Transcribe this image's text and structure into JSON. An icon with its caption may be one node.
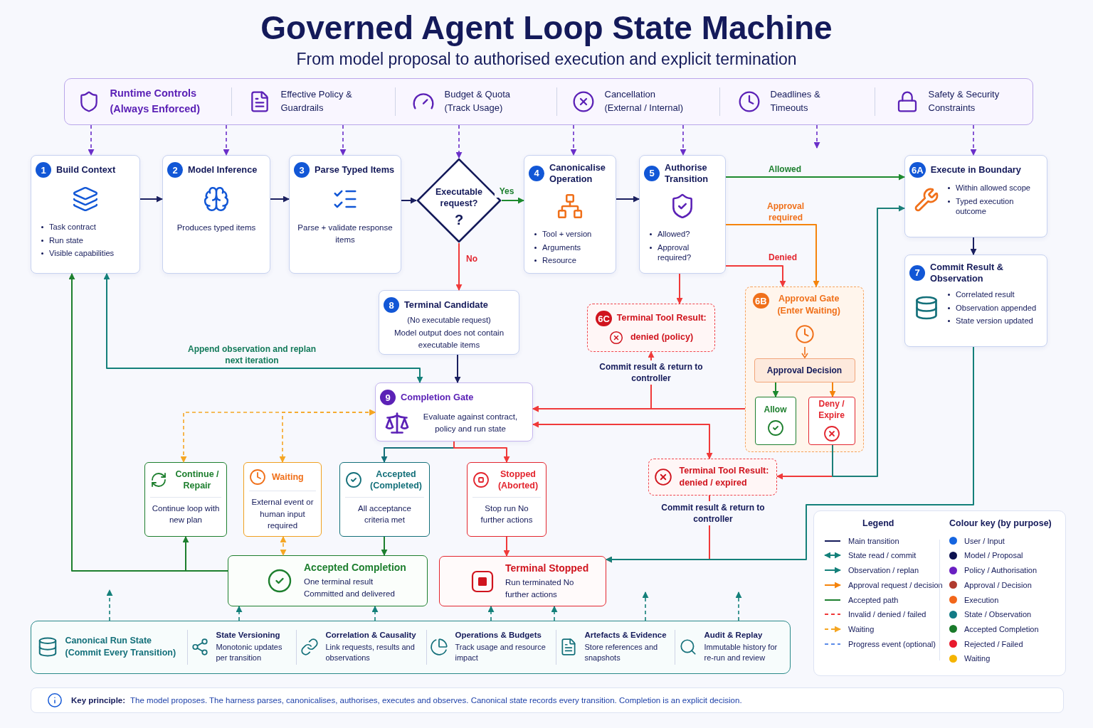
{
  "diagram": {
    "title": "Governed Agent Loop State Machine",
    "caption": "From model proposal to authorised execution and explicit termination",
    "nodes": [
      {
        "text": [],
        "shape": "box"
      },
      {
        "text": [
          "Runtime Controls (Always Enforced)"
        ],
        "in": 0
      },
      {
        "text": [
          "Effective Policy & Guardrails"
        ],
        "in": 0
      },
      {
        "text": [
          "Budget & Quota (Track Usage)"
        ],
        "in": 0
      },
      {
        "text": [
          "Cancellation (External / Internal)"
        ],
        "in": 0
      },
      {
        "text": [
          "Deadlines & Timeouts"
        ],
        "in": 0
      },
      {
        "text": [
          "Safety & Security Constraints"
        ],
        "in": 0
      },
      {
        "text": [
          "1",
          "Build Context",
          "Task contract",
          "Run state",
          "Visible capabilities"
        ]
      },
      {
        "text": [
          "2",
          "Model Inference",
          "Produces typed items"
        ]
      },
      {
        "text": [
          "3",
          "Parse Typed Items",
          "Parse + validate response items"
        ]
      },
      {
        "text": [
          "Executable request?",
          "?"
        ]
      },
      {
        "text": [
          "4",
          "Canonicalise Operation",
          "Tool + version",
          "Arguments",
          "Resource"
        ]
      },
      {
        "text": [
          "5",
          "Authorise Transition",
          "Allowed?",
          "Approval required?"
        ]
      },
      {
        "text": [
          "6A",
          "Execute in Boundary",
          "Within allowed scope",
          "Typed execution outcome"
        ]
      },
      {
        "text": [
          "7",
          "Commit Result & Observation",
          "Correlated result",
          "Observation appended",
          "State version updated"
        ]
      },
      {
        "text": [
          "8",
          "Terminal Candidate",
          "(No executable request)",
          "Model output does not contain executable items"
        ]
      },
      {
        "text": [
          "6C",
          "Terminal Tool Result:",
          "denied (policy)"
        ]
      },
      {
        "text": [
          "6B",
          "Approval Gate (Enter Waiting)"
        ]
      },
      {
        "text": [
          "Approval Decision"
        ],
        "in": 17
      },
      {
        "text": [
          "Allow"
        ],
        "in": 17
      },
      {
        "text": [
          "Deny / Expire"
        ],
        "in": 17
      },
      {
        "text": [
          "9",
          "Completion Gate",
          "Evaluate against contract, policy and run state"
        ]
      },
      {
        "text": [
          "Continue / Repair",
          "Continue loop with new plan"
        ]
      },
      {
        "text": [
          "Waiting",
          "External event or human input required"
        ]
      },
      {
        "text": [
          "Accepted (Completed)",
          "All acceptance criteria met"
        ]
      },
      {
        "text": [
          "Stopped (Aborted)",
          "Stop run No further actions"
        ]
      },
      {
        "text": [
          "Terminal Tool Result: denied / expired"
        ]
      },
      {
        "text": [
          "Accepted Completion",
          "One terminal result Committed and delivered"
        ]
      },
      {
        "text": [
          "Terminal Stopped",
          "Run terminated No further actions"
        ]
      },
      {
        "text": [],
        "shape": "box"
      },
      {
        "text": [
          "Canonical Run State (Commit Every Transition)"
        ],
        "in": 29
      },
      {
        "text": [
          "State Versioning",
          "Monotonic updates per transition"
        ],
        "in": 29
      },
      {
        "text": [
          "Correlation & Causality",
          "Link requests, results and observations"
        ],
        "in": 29
      },
      {
        "text": [
          "Operations & Budgets",
          "Track usage and resource impact"
        ],
        "in": 29
      },
      {
        "text": [
          "Artefacts & Evidence",
          "Store references and snapshots"
        ],
        "in": 29
      },
      {
        "text": [
          "Audit & Replay",
          "Immutable history for re-run and review"
        ],
        "in": 29
      }
    ],
    "edges": [
      {
        "from": 0,
        "to": 7,
        "arrow": "to",
        "style": "dashed",
        "color": "#6a2fc9"
      },
      {
        "from": 0,
        "to": 8,
        "arrow": "to",
        "style": "dashed",
        "color": "#6a2fc9"
      },
      {
        "from": 0,
        "to": 9,
        "arrow": "to",
        "style": "dashed",
        "color": "#6a2fc9"
      },
      {
        "from": 0,
        "to": 10,
        "arrow": "to",
        "style": "dashed",
        "color": "#6a2fc9"
      },
      {
        "from": 0,
        "to": 11,
        "arrow": "to",
        "style": "dashed",
        "color": "#6a2fc9"
      },
      {
        "from": 0,
        "to": 12,
        "arrow": "to",
        "style": "dashed",
        "color": "#6a2fc9"
      },
      {
        "from": 0,
        "to": null,
        "arrow": "to",
        "style": "dashed",
        "color": "#6a2fc9"
      },
      {
        "from": 0,
        "to": 13,
        "arrow": "to",
        "style": "dashed",
        "color": "#6a2fc9"
      },
      {
        "from": 7,
        "to": 8,
        "arrow": "to",
        "color": "#1b2060"
      },
      {
        "from": 8,
        "to": 9,
        "arrow": "to",
        "color": "#1b2060"
      },
      {
        "from": 9,
        "to": 10,
        "arrow": "to",
        "color": "#1b2060"
      },
      {
        "from": 10,
        "to": 11,
        "arrow": "to",
        "label": "Yes",
        "color": "#1d8a2e"
      },
      {
        "from": 10,
        "to": 15,
        "arrow": "to",
        "label": "No",
        "color": "#f03a3a"
      },
      {
        "from": 11,
        "to": 12,
        "arrow": "to",
        "color": "#1b2060"
      },
      {
        "from": 12,
        "to": 13,
        "arrow": "to",
        "label": "Allowed",
        "color": "#1d8a2e"
      },
      {
        "from": 12,
        "to": 17,
        "arrow": "to",
        "label": "Approval required",
        "color": "#f5840c"
      },
      {
        "from": 12,
        "to": 17,
        "arrow": "to",
        "label": "Denied",
        "color": "#f03a3a"
      },
      {
        "from": 12,
        "to": 16,
        "arrow": "to",
        "color": "#f03a3a"
      },
      {
        "from": 13,
        "to": 14,
        "arrow": "to",
        "color": "#1b2060"
      },
      {
        "from": 15,
        "to": 21,
        "arrow": "to",
        "color": "#1b2060"
      },
      {
        "from": 18,
        "to": 19,
        "arrow": "to",
        "color": "#1d8a2e"
      },
      {
        "from": 18,
        "to": 20,
        "arrow": "to",
        "color": "#f5840c"
      },
      {
        "from": 20,
        "to": 26,
        "arrow": "to",
        "color": "#f03a3a"
      },
      {
        "from": 20,
        "to": 13,
        "arrow": "to",
        "color": "#1b7f79"
      },
      {
        "from": 17,
        "to": 21,
        "arrow": "to",
        "color": "#f03a3a"
      },
      {
        "from": 16,
        "to": 21,
        "arrow": "both",
        "label": "Commit result & return to controller",
        "color": "#f03a3a"
      },
      {
        "from": 21,
        "to": 26,
        "arrow": "both",
        "color": "#f03a3a"
      },
      {
        "from": 21,
        "to": 22,
        "arrow": "both",
        "style": "dashed",
        "color": "#f5a623"
      },
      {
        "from": 21,
        "to": 23,
        "arrow": "both",
        "style": "dashed",
        "color": "#f5a623"
      },
      {
        "from": 21,
        "to": 24,
        "arrow": "to",
        "color": "#14707a"
      },
      {
        "from": 21,
        "to": 25,
        "arrow": "to",
        "color": "#f03a3a"
      },
      {
        "from": 24,
        "to": 27,
        "arrow": "to",
        "color": "#1d7f2e"
      },
      {
        "from": 25,
        "to": 28,
        "arrow": "to",
        "color": "#f03a3a"
      },
      {
        "from": 23,
        "to": 27,
        "arrow": "both",
        "style": "dashed",
        "color": "#f5a623"
      },
      {
        "from": 27,
        "to": 22,
        "arrow": "to",
        "color": "#1d7f2e"
      },
      {
        "from": 27,
        "to": 7,
        "arrow": "to",
        "color": "#1d7f2e"
      },
      {
        "from": 21,
        "to": 7,
        "arrow": "both",
        "label": "Append observation and replan next iteration",
        "color": "#14807a"
      },
      {
        "from": 26,
        "to": 28,
        "arrow": "to",
        "label": "Commit result & return to controller",
        "color": "#f03a3a"
      },
      {
        "from": 14,
        "to": 28,
        "arrow": "to",
        "color": "#14807a"
      },
      {
        "from": 29,
        "to": null,
        "arrow": "to",
        "style": "dashed",
        "color": "#14807a"
      },
      {
        "from": 29,
        "to": 27,
        "arrow": "to",
        "style": "dashed",
        "color": "#14807a"
      },
      {
        "from": 29,
        "to": 27,
        "arrow": "to",
        "style": "dashed",
        "color": "#14807a"
      },
      {
        "from": 29,
        "to": 28,
        "arrow": "to",
        "style": "dashed",
        "color": "#14807a"
      },
      {
        "from": 29,
        "to": 28,
        "arrow": "to",
        "style": "dashed",
        "color": "#14807a"
      },
      {
        "from": 29,
        "to": null,
        "arrow": "to",
        "style": "dashed",
        "color": "#14807a"
      },
      {
        "from": 29,
        "to": null,
        "arrow": "to",
        "style": "dashed",
        "color": "#14807a"
      }
    ],
    "labels": [
      "Legend",
      "Colour key (by purpose)",
      "**Key principle:** The model proposes. The harness parses, canonicalises, authorises, executes and observes. Canonical state records every transition. Completion is an explicit decision."
    ],
    "legend": [
      {
        "text": "Main transition"
      },
      {
        "text": "State read / commit"
      },
      {
        "text": "Observation / replan"
      },
      {
        "text": "Approval request / decision"
      },
      {
        "text": "Accepted path"
      },
      {
        "text": "Invalid / denied / failed"
      },
      {
        "text": "Waiting"
      },
      {
        "text": "Progress event (optional)"
      },
      {
        "text": "User / Input",
        "color": "#1565e0"
      },
      {
        "text": "Model / Proposal",
        "color": "#0d1250"
      },
      {
        "text": "Policy / Authorisation",
        "color": "#6a1fc2"
      },
      {
        "text": "Approval / Decision",
        "color": "#b03a2e"
      },
      {
        "text": "Execution",
        "color": "#f2661a"
      },
      {
        "text": "State / Observation",
        "color": "#127a85"
      },
      {
        "text": "Accepted Completion",
        "color": "#1a7a2a"
      },
      {
        "text": "Rejected / Failed",
        "color": "#e8192c"
      },
      {
        "text": "Waiting",
        "color": "#f5b400"
      }
    ]
  }
}
